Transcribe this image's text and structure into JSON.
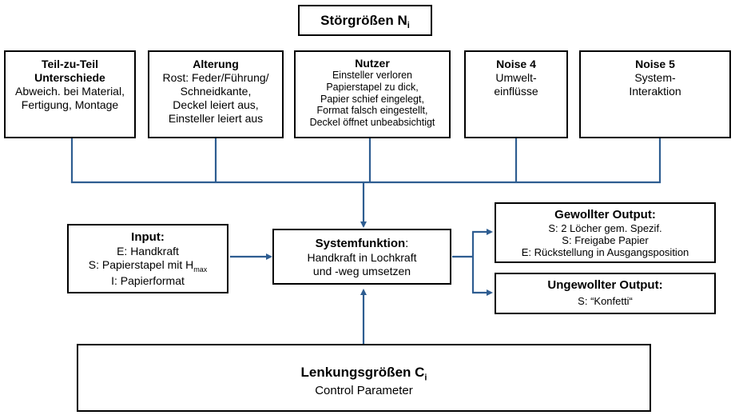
{
  "title": {
    "text": "Störgrößen N",
    "sub": "i"
  },
  "noise": [
    {
      "title_lines": [
        "Teil-zu-Teil",
        "Unterschiede"
      ],
      "body": [
        "Abweich. bei Material,",
        "Fertigung, Montage"
      ]
    },
    {
      "title_lines": [
        "Alterung"
      ],
      "body": [
        "Rost: Feder/Führung/",
        "Schneidkante,",
        "Deckel leiert aus,",
        "Einsteller leiert aus"
      ]
    },
    {
      "title_lines": [
        "Nutzer"
      ],
      "body": [
        "Einsteller verloren",
        "Papierstapel zu dick,",
        "Papier schief eingelegt,",
        "Format falsch eingestellt,",
        "Deckel öffnet unbeabsichtigt"
      ]
    },
    {
      "title_lines": [
        "Noise 4"
      ],
      "body": [
        "Umwelt-",
        "einflüsse"
      ]
    },
    {
      "title_lines": [
        "Noise 5"
      ],
      "body": [
        "System-",
        "Interaktion"
      ]
    }
  ],
  "input": {
    "title": "Input:",
    "line1": "E: Handkraft",
    "line2_prefix": "S: Papierstapel mit H",
    "line2_sub": "max",
    "line3": "I: Papierformat"
  },
  "system": {
    "title": "Systemfunktion",
    "colon": ":",
    "body": [
      "Handkraft in Lochkraft",
      "und -weg umsetzen"
    ]
  },
  "wanted": {
    "title": "Gewollter Output:",
    "body": [
      "S: 2 Löcher gem. Spezif.",
      "S: Freigabe Papier",
      "E: Rückstellung in Ausgangsposition"
    ]
  },
  "unwanted": {
    "title": "Ungewollter Output:",
    "body": [
      "S: “Konfetti“"
    ]
  },
  "control": {
    "title": "Lenkungsgrößen C",
    "title_sub": "i",
    "subtitle": "Control Parameter"
  },
  "colors": {
    "connector": "#2e5d91",
    "border": "#000000"
  }
}
